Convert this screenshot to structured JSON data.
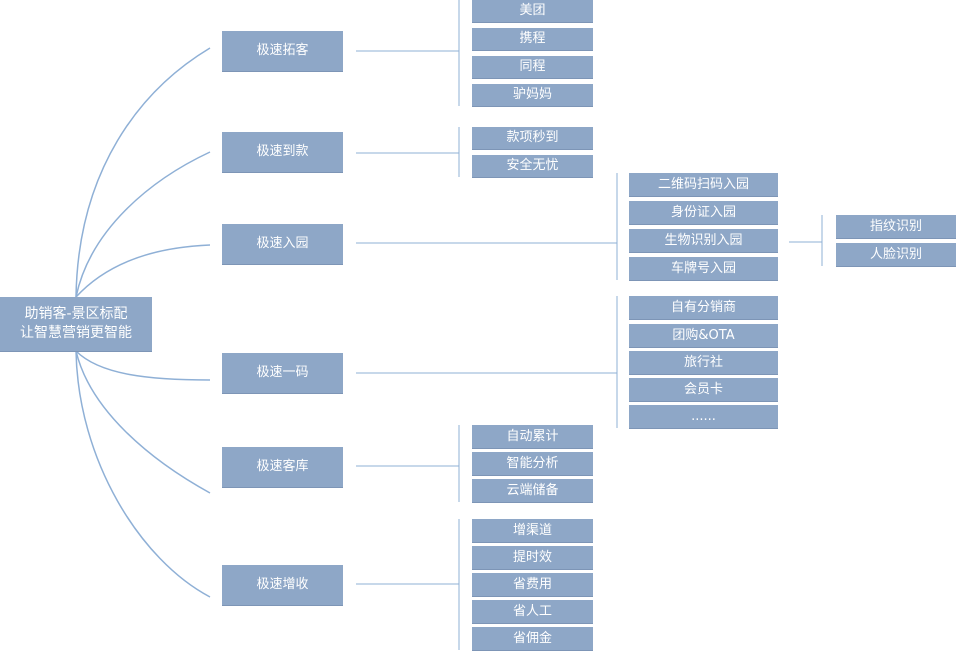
{
  "root": {
    "line1": "助销客-景区标配",
    "line2": "让智慧营销更智能"
  },
  "branches": [
    {
      "id": "tuoke",
      "label": "极速拓客",
      "children": [
        "美团",
        "携程",
        "同程",
        "驴妈妈"
      ]
    },
    {
      "id": "daokuan",
      "label": "极速到款",
      "children": [
        "款项秒到",
        "安全无忧"
      ]
    },
    {
      "id": "ruyuan",
      "label": "极速入园",
      "children": [
        "二维码扫码入园",
        "身份证入园",
        "生物识别入园",
        "车牌号入园"
      ],
      "sub": {
        "parent": "生物识别入园",
        "children": [
          "指纹识别",
          "人脸识别"
        ]
      }
    },
    {
      "id": "yima",
      "label": "极速一码",
      "children": [
        "自有分销商",
        "团购&OTA",
        "旅行社",
        "会员卡",
        "......"
      ]
    },
    {
      "id": "keku",
      "label": "极速客库",
      "children": [
        "自动累计",
        "智能分析",
        "云端储备"
      ]
    },
    {
      "id": "zengshou",
      "label": "极速增收",
      "children": [
        "增渠道",
        "提时效",
        "省费用",
        "省人工",
        "省佣金"
      ]
    }
  ],
  "colors": {
    "node": "#8ea7c7",
    "line": "#8fb0d6",
    "text": "#ffffff"
  }
}
